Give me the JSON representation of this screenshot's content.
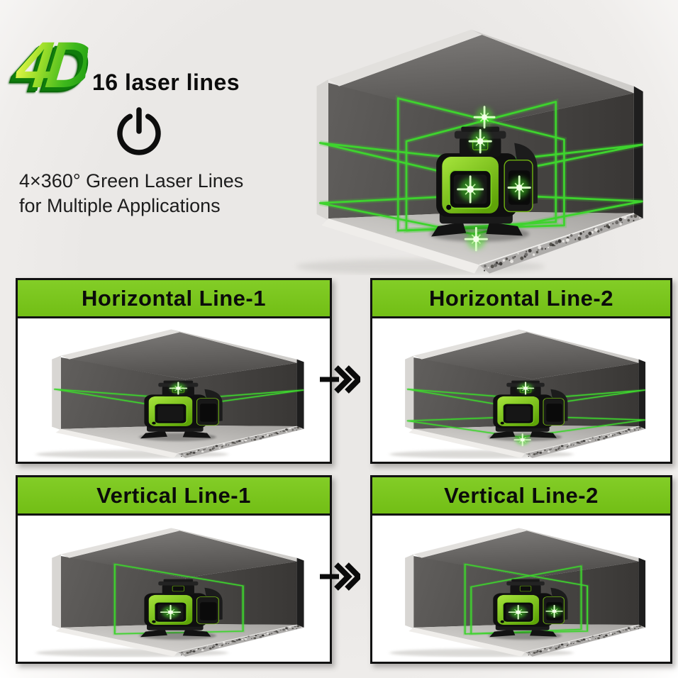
{
  "page": {
    "background_color": "#eae8e6"
  },
  "hero": {
    "logo_text": "4D",
    "headline": "16 laser lines",
    "tagline_line1": "4×360° Green Laser Lines",
    "tagline_line2": "for Multiple Applications",
    "power_icon": "power-icon",
    "illustration": {
      "description": "laser level standing in a room corner projecting 16 green laser lines on walls, ceiling and floor",
      "laser_mode": "all"
    }
  },
  "colors": {
    "header_green": "#79c41f",
    "laser_green": "#3ed32e",
    "device_green": "#8ed32b",
    "logo_green": "#46c31d",
    "text_black": "#111111"
  },
  "panels": [
    {
      "label": "Horizontal Line-1",
      "laser_mode": "h1"
    },
    {
      "label": "Horizontal Line-2",
      "laser_mode": "h2"
    },
    {
      "label": "Vertical Line-1",
      "laser_mode": "v1"
    },
    {
      "label": "Vertical Line-2",
      "laser_mode": "v2"
    }
  ],
  "arrows": [
    {
      "icon": "double-right-arrow-icon"
    },
    {
      "icon": "double-right-arrow-icon"
    }
  ]
}
